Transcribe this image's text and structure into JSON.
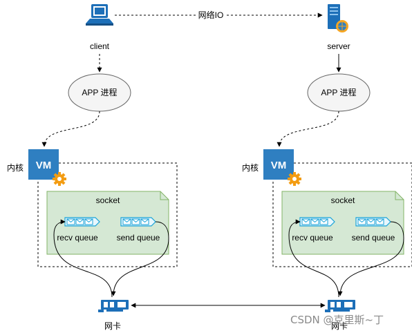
{
  "nodes": {
    "client": "client",
    "server": "server",
    "app_left": "APP 进程",
    "app_right": "APP 进程",
    "kernel_left": "内核",
    "kernel_right": "内核",
    "vm_left": "VM",
    "vm_right": "VM",
    "socket_left": "socket",
    "socket_right": "socket",
    "recv_left": "recv queue",
    "send_left": "send queue",
    "recv_right": "recv queue",
    "send_right": "send queue",
    "nic_left": "网卡",
    "nic_right": "网卡"
  },
  "edges": {
    "network_io": "网络IO"
  },
  "watermark": "CSDN @克里斯~丁",
  "colors": {
    "socket_fill": "#d5e8d4",
    "socket_stroke": "#82b366",
    "vm_blue": "#2f7fc1",
    "gear_orange": "#f39c12",
    "queue_cyan": "#17a2d8",
    "ellipse_fill": "#f5f5f5"
  },
  "icons": [
    "laptop-icon",
    "server-icon",
    "vm-icon",
    "gear-icon",
    "queue-icon",
    "nic-icon"
  ]
}
